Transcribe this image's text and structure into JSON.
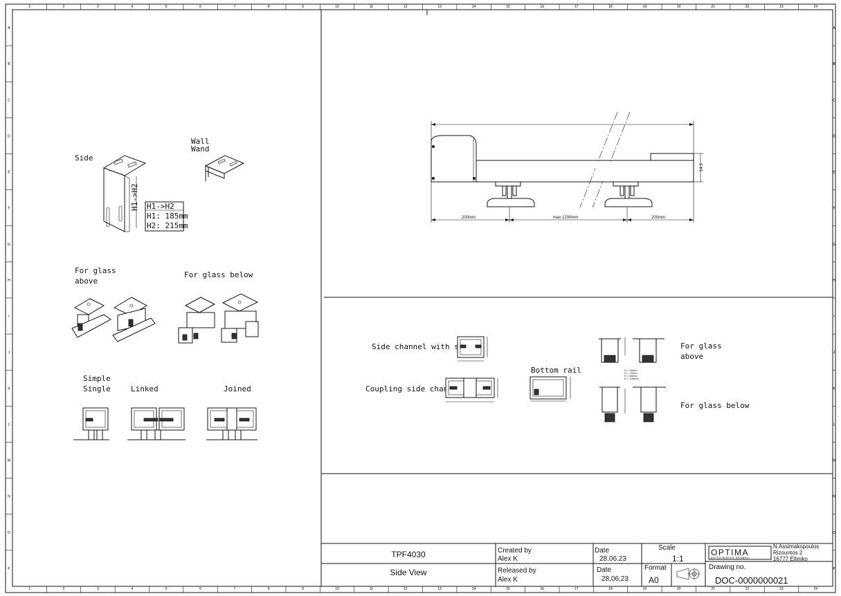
{
  "frame": {
    "col_marks": [
      "1",
      "2",
      "3",
      "4",
      "5",
      "6",
      "7",
      "8",
      "9",
      "10",
      "11",
      "12",
      "13",
      "14",
      "15",
      "16",
      "17",
      "18",
      "19",
      "20",
      "21",
      "22",
      "23",
      "24"
    ],
    "row_marks": [
      "A",
      "B",
      "C",
      "D",
      "E",
      "F",
      "G",
      "H",
      "I",
      "J",
      "K",
      "L",
      "M",
      "N",
      "O",
      "P"
    ]
  },
  "left_panel": {
    "side_label": "Side",
    "wall_label_1": "Wall",
    "wall_label_2": "Wand",
    "vertical_label": "H1->H2",
    "height_box": {
      "title": "H1->H2",
      "h1": "H1: 185mm",
      "h2": "H2: 215mm"
    },
    "glass_above_1": "For glass",
    "glass_above_2": "above",
    "glass_below": "For glass below",
    "simple_1": "Simple",
    "simple_2": "Single",
    "linked": "Linked",
    "joined": "Joined"
  },
  "top_right": {
    "dim_left": "200mm",
    "dim_mid": "max 1200mm",
    "dim_right": "200mm",
    "dim_height": "14.3"
  },
  "middle_right": {
    "side_channel": "Side channel with slot",
    "coupling": "Coupling side channel",
    "bottom_rail": "Bottom rail",
    "glass_above_1": "For glass",
    "glass_above_2": "above",
    "glass_below": "For glass below",
    "small_dims": [
      "H = 40mm",
      "H = 70mm",
      "H = 80mm",
      "H = 100mm"
    ]
  },
  "title_block": {
    "product_code": "TPF4030",
    "view_name": "Side View",
    "created_by_label": "Created by",
    "created_by": "Alex K",
    "released_by_label": "Released by",
    "released_by": "Alex K",
    "date_label_1": "Date",
    "date_1": "28.06.23",
    "date_label_2": "Date",
    "date_2": "28,06,23",
    "scale_label": "Scale",
    "scale": "1:1",
    "format_label": "Format",
    "format": "A0",
    "logo_text": "OPTIMA",
    "logo_sub": "performance shades",
    "address_1": "N.Assimakopoulos",
    "address_2": "Rizountos 2",
    "address_3": "16777 Elliniko",
    "drawing_no_label": "Drawing no.",
    "drawing_no": "DOC-0000000021"
  }
}
